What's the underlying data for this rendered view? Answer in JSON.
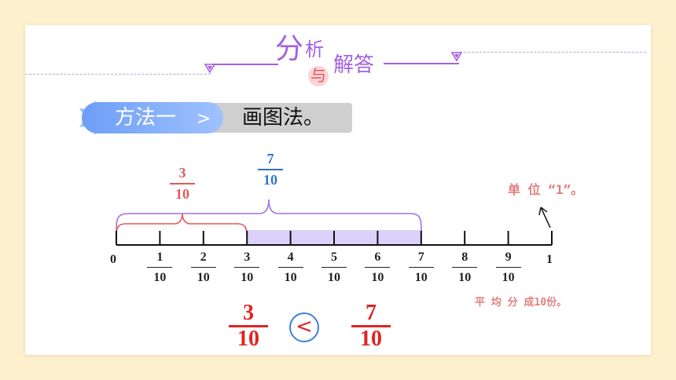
{
  "header": {
    "fen": "分",
    "xi": "析",
    "yu": "与",
    "jieda": "解答"
  },
  "method": {
    "label": "方法一",
    "arrow": ">",
    "text": "画图法。"
  },
  "fraction_3_10": {
    "num": "3",
    "den": "10"
  },
  "fraction_7_10": {
    "num": "7",
    "den": "10"
  },
  "unit_note": "单 位 “1”。",
  "split_note": "平 均 分 成10份。",
  "number_line": {
    "start": "0",
    "end": "1",
    "ticks": [
      {
        "num": "1",
        "den": "10"
      },
      {
        "num": "2",
        "den": "10"
      },
      {
        "num": "3",
        "den": "10"
      },
      {
        "num": "4",
        "den": "10"
      },
      {
        "num": "5",
        "den": "10"
      },
      {
        "num": "6",
        "den": "10"
      },
      {
        "num": "7",
        "den": "10"
      },
      {
        "num": "8",
        "den": "10"
      },
      {
        "num": "9",
        "den": "10"
      }
    ],
    "highlight_from": 3,
    "highlight_to": 7
  },
  "comparison": {
    "left": {
      "num": "3",
      "den": "10"
    },
    "operator": "<",
    "right": {
      "num": "7",
      "den": "10"
    }
  },
  "colors": {
    "red": "#e84b4b",
    "blue": "#2f72c8",
    "purple": "#a45fe3",
    "highlight": "#dcd1fb",
    "brace_red": "#e05a5a",
    "brace_purple": "#9f73e6"
  }
}
